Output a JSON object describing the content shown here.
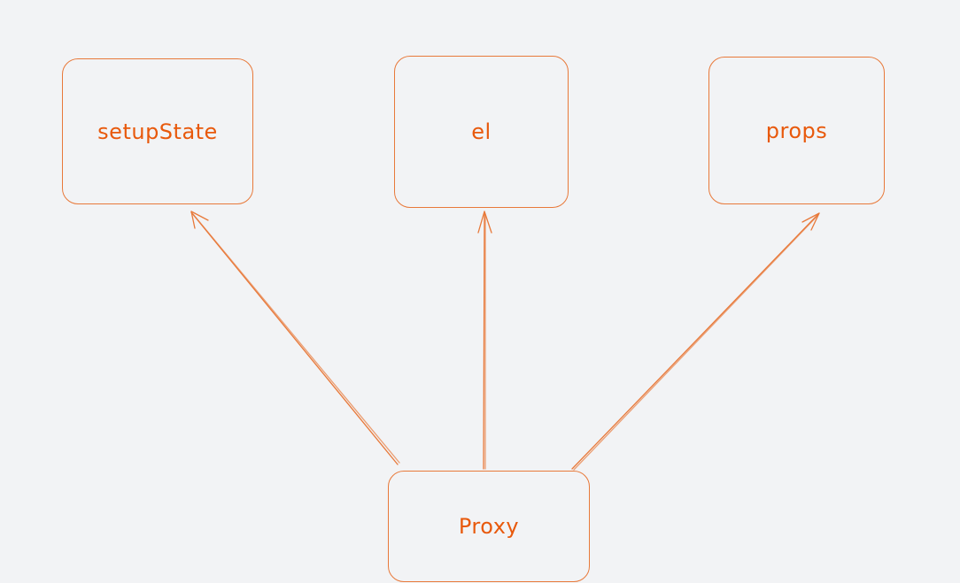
{
  "diagram": {
    "stroke_color": "#e8793a",
    "text_color": "#e8590c",
    "background": "#f2f3f5",
    "nodes": {
      "setupstate": "setupState",
      "el": "el",
      "props": "props",
      "proxy": "Proxy"
    },
    "edges": [
      {
        "from": "Proxy",
        "to": "setupState"
      },
      {
        "from": "Proxy",
        "to": "el"
      },
      {
        "from": "Proxy",
        "to": "props"
      }
    ]
  }
}
